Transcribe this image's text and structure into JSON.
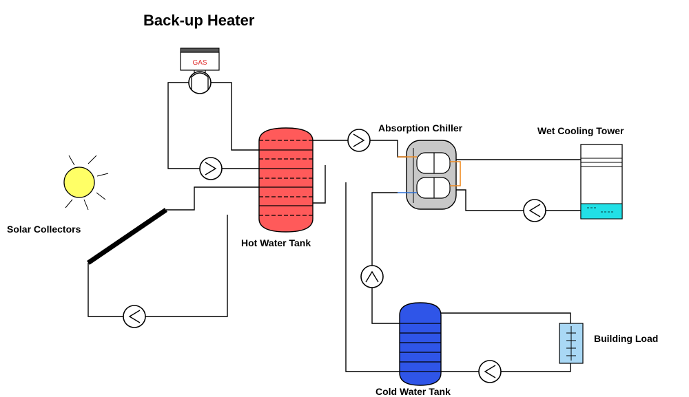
{
  "labels": {
    "backup_heater": "Back-up Heater",
    "gas": "GAS",
    "solar_collectors": "Solar Collectors",
    "hot_water_tank": "Hot Water Tank",
    "absorption_chiller": "Absorption Chiller",
    "wet_cooling_tower": "Wet Cooling Tower",
    "building_load": "Building Load",
    "cold_water_tank": "Cold Water Tank"
  },
  "colors": {
    "hot_tank": "#ff5a5a",
    "cold_tank": "#2f55e8",
    "sun": "#ffff66",
    "cooling_water": "#22e0e6",
    "building_load": "#a9d8f5",
    "chiller_body": "#c8c8c8",
    "orange_pipe": "#f08a20",
    "blue_pipe": "#2a6fd6",
    "gas_text": "#e03030"
  }
}
